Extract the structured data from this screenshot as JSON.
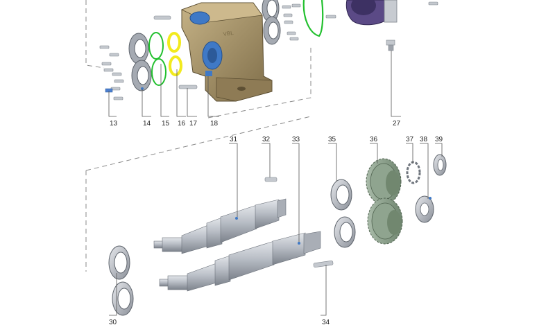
{
  "callouts_top": [
    "13",
    "14",
    "15",
    "16",
    "17",
    "18",
    "27"
  ],
  "callouts_bottom": [
    "31",
    "32",
    "33",
    "35",
    "36",
    "37",
    "38",
    "39",
    "30",
    "34"
  ],
  "colors": {
    "housing": "#a08b5f",
    "housing_dark": "#6f603f",
    "housing_light": "#c2ae82",
    "accent_blue": "#3f79c6",
    "o_ring_green": "#22c02e",
    "o_ring_yellow": "#f2ea1e",
    "cover_purple": "#5b4a86",
    "steel": "#b7bcc4",
    "steel_dark": "#7d838c",
    "gear_green": "#8fa48f"
  }
}
